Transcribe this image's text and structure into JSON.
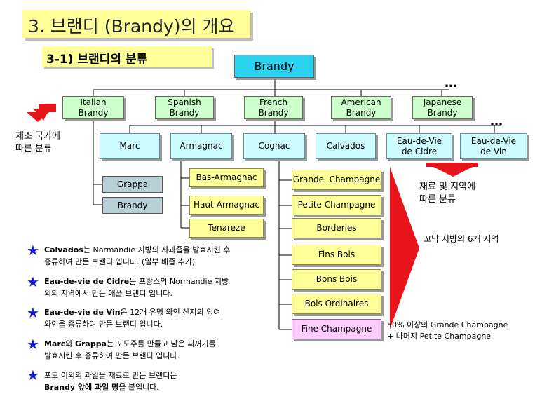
{
  "title": "3. 브랜디 (Brandy)의 개요",
  "subtitle": "3-1) 브랜디의 분류",
  "root": "Brandy",
  "countries": [
    {
      "line1": "Italian",
      "line2": "Brandy"
    },
    {
      "line1": "Spanish",
      "line2": "Brandy"
    },
    {
      "line1": "French",
      "line2": "Brandy"
    },
    {
      "line1": "American",
      "line2": "Brandy"
    },
    {
      "line1": "Japanese",
      "line2": "Brandy"
    }
  ],
  "country_more": "…",
  "country_label": {
    "line1": "제조 국가에",
    "line2": "따른 분류"
  },
  "kinds": [
    {
      "line1": "Marc",
      "line2": ""
    },
    {
      "line1": "Armagnac",
      "line2": ""
    },
    {
      "line1": "Cognac",
      "line2": ""
    },
    {
      "line1": "Calvados",
      "line2": ""
    },
    {
      "line1": "Eau-de-Vie",
      "line2": "de Cidre"
    },
    {
      "line1": "Eau-de-Vie",
      "line2": "de Vin"
    }
  ],
  "kind_more": "…",
  "kind_label": {
    "line1": "재료 및 지역에",
    "line2": "따른 분류"
  },
  "italian_items": [
    "Grappa",
    "Brandy"
  ],
  "armagnac_items": [
    "Bas-Armagnac",
    "Haut-Armagnac",
    "Tenareze"
  ],
  "cognac_items": [
    "Grande  Champagne",
    "Petite Champagne",
    "Borderies",
    "Fins Bois",
    "Bons Bois",
    "Bois Ordinaires",
    "Fine Champagne"
  ],
  "cognac_label": "꼬냑 지방의 6개 지역",
  "fine_note": {
    "line1": "50% 이상의 Grande Champagne",
    "line2": "+ 나머지 Petite Champagne"
  },
  "bullets": [
    {
      "bold": "Calvados",
      "rest": "는 Normandie 지방의 사과즙을 발효시킨 후",
      "line2": "증류하여 만든 브랜디 입니다. (일부 배즙 추가)"
    },
    {
      "bold": "Eau-de-vie de Cidre",
      "rest": "는 프랑스의  Normandie 지방",
      "line2": "외의 지역에서 만든 애플 브랜디 입니다."
    },
    {
      "bold": "Eau-de-vie de Vin",
      "rest": "은 12개 유명 와인 산지의 잉여",
      "line2": "와인을 증류하여 만든 브랜디 입니다."
    },
    {
      "bold": "Marc",
      "mid": "와 ",
      "bold2": "Grappa",
      "rest": "는 포도주를 만들고 남은 찌꺼기를",
      "line2": "발효시킨 후 증류하여 만든 브랜디 입니다."
    },
    {
      "bold": "",
      "rest": "포도 이외의 과일을 재료로 만든 브랜디는",
      "line2_bold": "Brandy 앞에 과일 명",
      "line2": "을 붙입니다."
    }
  ],
  "colors": {
    "root": "#2ad4f0",
    "country": "#ccffcc",
    "kind": "#ccfcff",
    "sub": "#ffff99",
    "fine": "#ffccff",
    "arrow": "#e8141c",
    "star": "#1a1ad6"
  }
}
